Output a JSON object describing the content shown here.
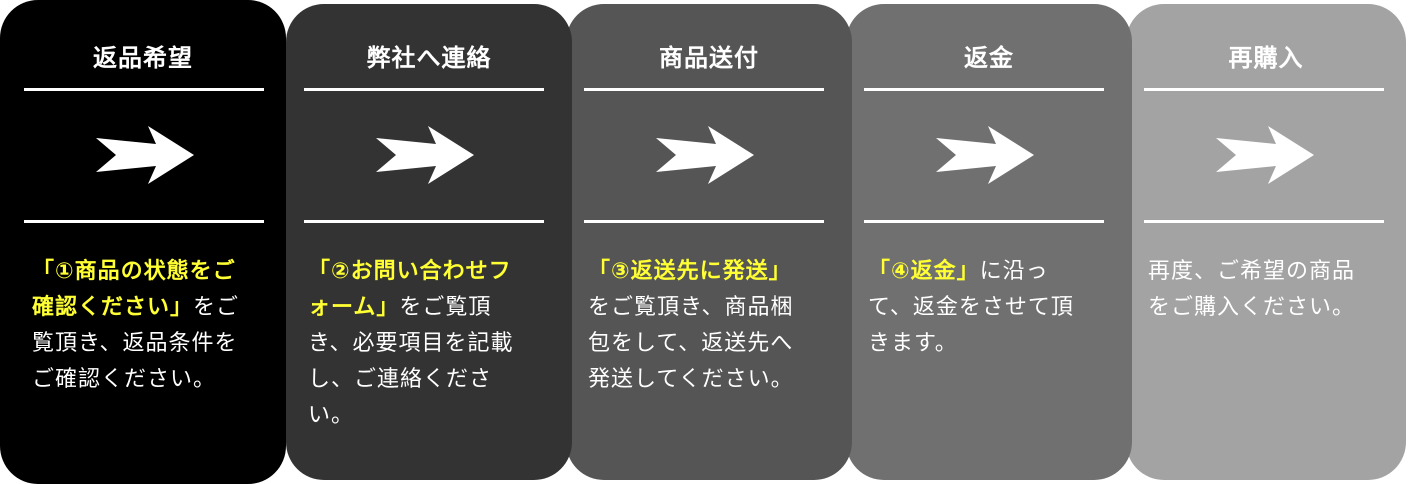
{
  "steps": [
    {
      "title": "返品希望",
      "highlight": "「①商品の状態をご確認ください」",
      "text": "をご覧頂き、返品条件をご確認ください。"
    },
    {
      "title": "弊社へ連絡",
      "highlight": "「②お問い合わせフォーム」",
      "text": "をご覧頂き、必要項目を記載し、ご連絡ください。"
    },
    {
      "title": "商品送付",
      "highlight": "「③返送先に発送」",
      "text": "をご覧頂き、商品梱包をして、返送先へ発送してください。"
    },
    {
      "title": "返金",
      "highlight": "「④返金」",
      "text": "に沿って、返金をさせて頂きます。"
    },
    {
      "title": "再購入",
      "highlight": "",
      "text": "再度、ご希望の商品をご購入ください。"
    }
  ],
  "icons": {
    "arrow": "right-arrow-icon"
  },
  "colors": {
    "step1": "#000000",
    "step2": "#333333",
    "step3": "#555555",
    "step4": "#707070",
    "step5": "#a3a3a3",
    "highlight": "#ffff33",
    "text": "#ffffff"
  }
}
